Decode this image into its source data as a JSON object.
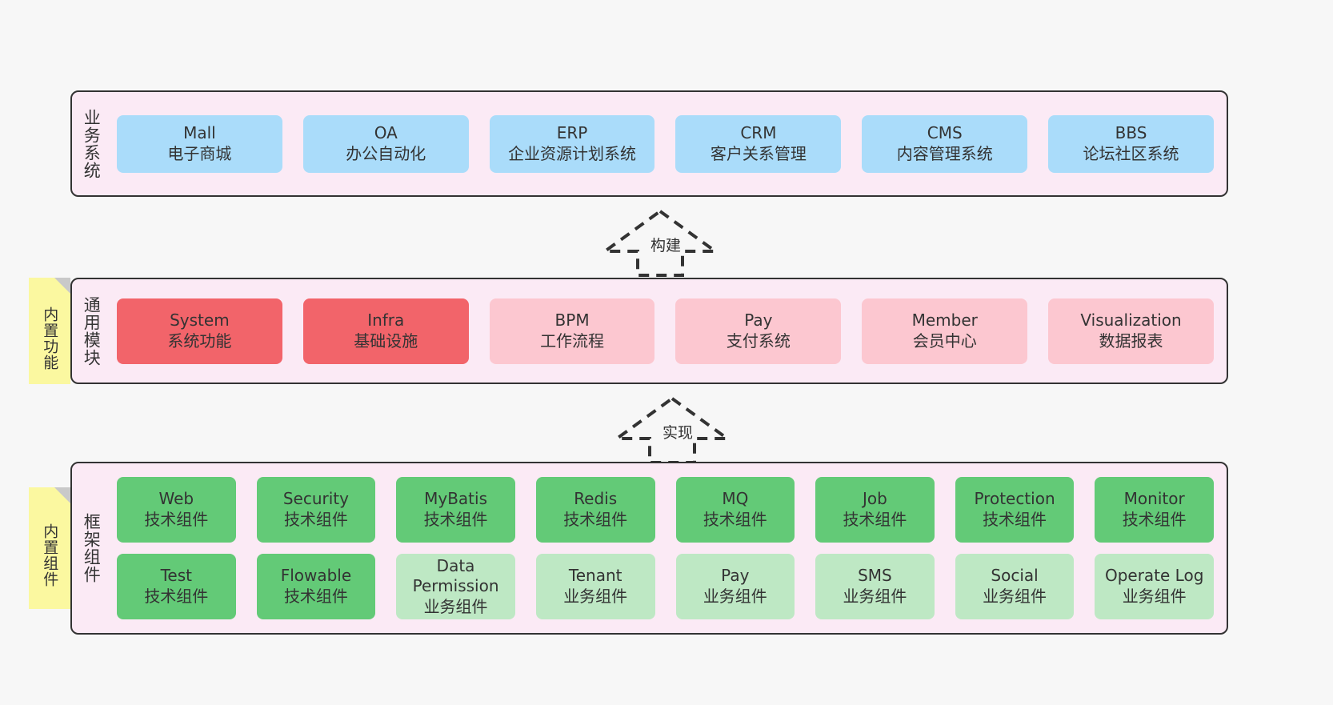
{
  "diagram": {
    "background_color": "#f7f7f7",
    "panel_background": "#fbeaf5",
    "panel_border": "#333333"
  },
  "layers": {
    "business": {
      "title": "业务系统",
      "card_color": "#aadcfa",
      "cards": [
        {
          "name": "Mall",
          "desc": "电子商城"
        },
        {
          "name": "OA",
          "desc": "办公自动化"
        },
        {
          "name": "ERP",
          "desc": "企业资源计划系统"
        },
        {
          "name": "CRM",
          "desc": "客户关系管理"
        },
        {
          "name": "CMS",
          "desc": "内容管理系统"
        },
        {
          "name": "BBS",
          "desc": "论坛社区系统"
        }
      ]
    },
    "common": {
      "title": "通用模块",
      "sticky_label": "内置功能",
      "sticky_color": "#fbf8a0",
      "card_color_primary": "#f2646a",
      "card_color_secondary": "#fcc7d0",
      "cards": [
        {
          "name": "System",
          "desc": "系统功能",
          "variant": "red"
        },
        {
          "name": "Infra",
          "desc": "基础设施",
          "variant": "red"
        },
        {
          "name": "BPM",
          "desc": "工作流程",
          "variant": "pink"
        },
        {
          "name": "Pay",
          "desc": "支付系统",
          "variant": "pink"
        },
        {
          "name": "Member",
          "desc": "会员中心",
          "variant": "pink"
        },
        {
          "name": "Visualization",
          "desc": "数据报表",
          "variant": "pink"
        }
      ]
    },
    "framework": {
      "title": "框架组件",
      "sticky_label": "内置组件",
      "sticky_color": "#fbf8a0",
      "card_color_tech": "#63ca77",
      "card_color_business": "#bee8c4",
      "row_tech": [
        {
          "name": "Web",
          "desc": "技术组件"
        },
        {
          "name": "Security",
          "desc": "技术组件"
        },
        {
          "name": "MyBatis",
          "desc": "技术组件"
        },
        {
          "name": "Redis",
          "desc": "技术组件"
        },
        {
          "name": "MQ",
          "desc": "技术组件"
        },
        {
          "name": "Job",
          "desc": "技术组件"
        },
        {
          "name": "Protection",
          "desc": "技术组件"
        },
        {
          "name": "Monitor",
          "desc": "技术组件"
        }
      ],
      "row_business": [
        {
          "name": "Test",
          "desc": "技术组件",
          "variant": "tech"
        },
        {
          "name": "Flowable",
          "desc": "技术组件",
          "variant": "tech"
        },
        {
          "name": "Data Permission",
          "desc": "业务组件",
          "variant": "business"
        },
        {
          "name": "Tenant",
          "desc": "业务组件",
          "variant": "business"
        },
        {
          "name": "Pay",
          "desc": "业务组件",
          "variant": "business"
        },
        {
          "name": "SMS",
          "desc": "业务组件",
          "variant": "business"
        },
        {
          "name": "Social",
          "desc": "业务组件",
          "variant": "business"
        },
        {
          "name": "Operate Log",
          "desc": "业务组件",
          "variant": "business"
        }
      ]
    }
  },
  "connectors": [
    {
      "id": "build",
      "label": "构建",
      "style": "dashed-hollow-arrow-up"
    },
    {
      "id": "implement",
      "label": "实现",
      "style": "dashed-hollow-arrow-up"
    }
  ]
}
